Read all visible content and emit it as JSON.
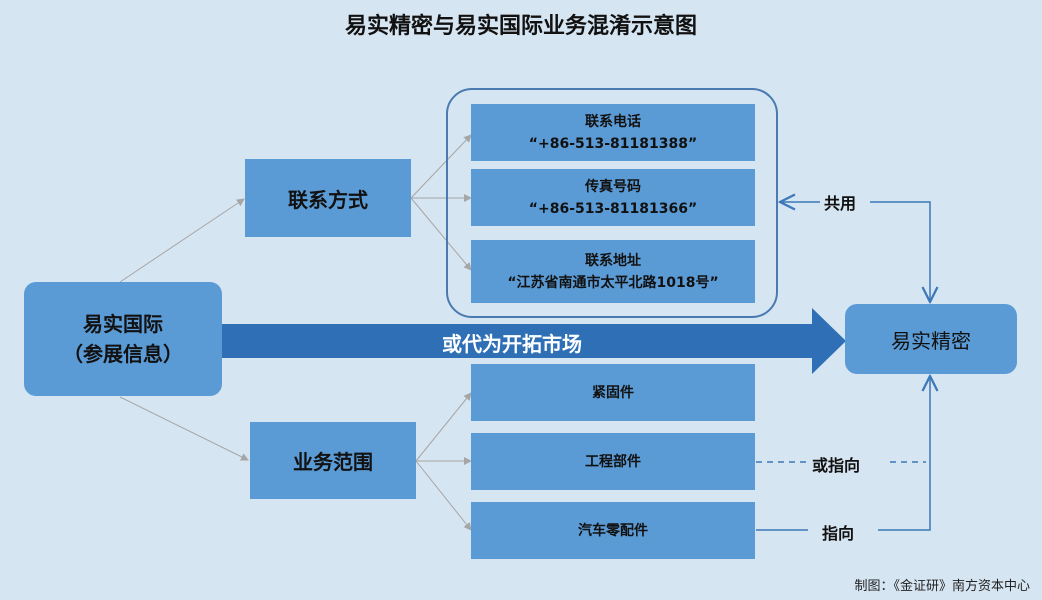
{
  "title": "易实精密与易实国际业务混淆示意图",
  "source": {
    "line1": "易实国际",
    "line2": "（参展信息）"
  },
  "contact": {
    "label": "联系方式",
    "phone": {
      "title": "联系电话",
      "value": "“+86-513-81181388”"
    },
    "fax": {
      "title": "传真号码",
      "value": "“+86-513-81181366”"
    },
    "address": {
      "title": "联系地址",
      "value": "“江苏省南通市太平北路1018号”"
    }
  },
  "scope": {
    "label": "业务范围",
    "items": [
      "紧固件",
      "工程部件",
      "汽车零配件"
    ]
  },
  "target": "易实精密",
  "big_arrow_label": "或代为开拓市场",
  "annotations": {
    "shared": "共用",
    "maybe_points": "或指向",
    "points": "指向"
  },
  "footer": "制图：《金证研》南方资本中心",
  "colors": {
    "background": "#d6e5f2",
    "box": "#5b9bd5",
    "big_arrow": "#2e6fb5",
    "connector": "#3d78b8",
    "thin_arrow": "#a6a6a6"
  }
}
